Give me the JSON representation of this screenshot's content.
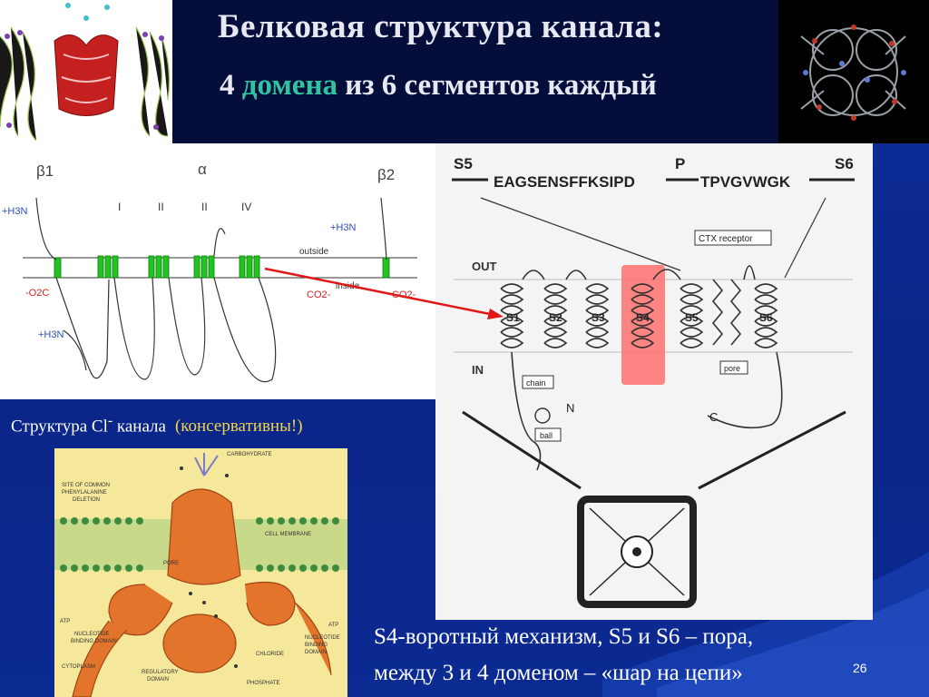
{
  "slide": {
    "title": "Белковая структура канала:",
    "subtitle_prefix": "4 ",
    "subtitle_accent": "домена",
    "subtitle_rest": " из 6 сегментов каждый",
    "cl_caption_main": "Структура Cl",
    "cl_caption_sup": "-",
    "cl_caption_rest": " канала",
    "cl_caption_note": "(консервативны!)",
    "footer_line1": "S4-воротный механизм, S5 и S6 – пора,",
    "footer_line2": "между 3 и 4 доменом – «шар на цепи»",
    "page_number": "26",
    "colors": {
      "accent": "#2fc4a0",
      "note": "#f0d44a",
      "background": "#0b2a8f"
    }
  },
  "cl_diagram": {
    "beta1": "β1",
    "alpha": "α",
    "beta2": "β2",
    "domain_labels": [
      "I",
      "II",
      "II",
      "IV"
    ],
    "h3n_left": "+H3N",
    "h3n_right": "+H3N",
    "h3n_bottom": "+H3N",
    "outside": "outside",
    "inside": "inside",
    "o2c_left": "-O2C",
    "co2_right1": "CO2-",
    "co2_right2": "CO2-"
  },
  "segment_diagram": {
    "s5_label": "S5",
    "s6_label": "S6",
    "p_label": "P",
    "sequence_left": "EAGSENSFFKSIPD",
    "sequence_right": "TPVGVWGK",
    "ctx_receptor": "CTX receptor",
    "out_label": "OUT",
    "in_label": "IN",
    "segments": [
      "S1",
      "S2",
      "S3",
      "S4",
      "S5",
      "S6"
    ],
    "chain_label": "chain",
    "ball_label": "ball",
    "pore_label": "pore",
    "n_label": "N",
    "c_label": "C"
  },
  "cftr_diagram": {
    "carbohydrate": "CARBOHYDRATE",
    "deletion_line1": "SITE OF COMMON",
    "deletion_line2": "PHENYLALANINE",
    "deletion_line3": "DELETION",
    "cell_membrane": "CELL MEMBRANE",
    "pore": "PORE",
    "atp_left": "ATP",
    "atp_right": "ATP",
    "nbd_left_1": "NUCLEOTIDE",
    "nbd_left_2": "BINDING DOMAIN",
    "nbd_right_1": "NUCLEOTIDE",
    "nbd_right_2": "BINDING",
    "nbd_right_3": "DOMAIN",
    "chloride": "CHLORIDE",
    "cytoplasm": "CYTOPLASM",
    "regulatory_1": "REGULATORY",
    "regulatory_2": "DOMAIN",
    "phosphate": "PHOSPHATE"
  }
}
